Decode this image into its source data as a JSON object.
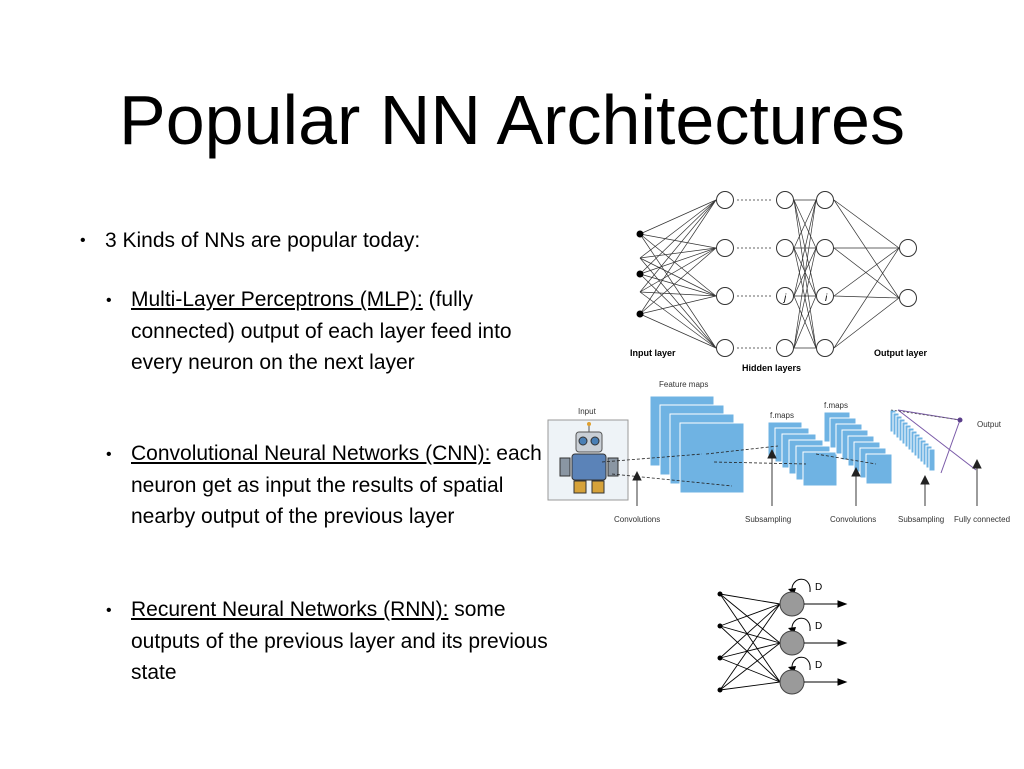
{
  "slide": {
    "title": "Popular NN Architectures",
    "bullet": "3 Kinds of NNs are popular today:",
    "items": [
      {
        "term": "Multi-Layer Perceptrons (MLP):",
        "desc": " (fully connected) output of each layer feed into every neuron on the next layer"
      },
      {
        "term": "Convolutional Neural Networks (CNN):",
        "desc": " each neuron get as input the results of spatial nearby output of the previous layer"
      },
      {
        "term": "Recurent Neural Networks (RNN):",
        "desc": " some outputs of the previous layer and its previous state"
      }
    ]
  },
  "mlp_figure": {
    "input_label": "Input layer",
    "hidden_label": "Hidden layers",
    "output_label": "Output layer",
    "node_j": "j",
    "node_i": "i"
  },
  "cnn_figure": {
    "input": "Input",
    "feature_maps": "Feature maps",
    "fmaps1": "f.maps",
    "fmaps2": "f.maps",
    "output": "Output",
    "convolutions1": "Convolutions",
    "subsampling1": "Subsampling",
    "convolutions2": "Convolutions",
    "subsampling2": "Subsampling",
    "fully_connected": "Fully connected"
  },
  "rnn_figure": {
    "delay1": "D",
    "delay2": "D",
    "delay3": "D"
  }
}
